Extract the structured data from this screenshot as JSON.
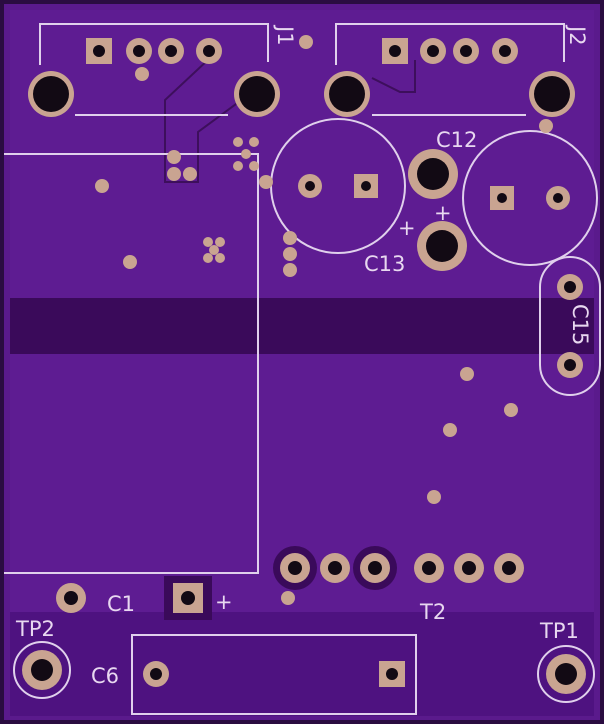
{
  "board": {
    "colors": {
      "background": "#5a1a8c",
      "copper_pour": "#5e1c92",
      "mask_band": "#3a0a5a",
      "silkscreen": "#e0d0ec",
      "pad": "#c9a491",
      "drill": "#120a14",
      "outline": "#2a0c40"
    }
  },
  "labels": {
    "j1": "J1",
    "j2": "J2",
    "c12": "C12",
    "c13": "C13",
    "c15": "C15",
    "c1": "C1",
    "c6": "C6",
    "t2": "T2",
    "tp1": "TP1",
    "tp2": "TP2",
    "plus_c12": "+",
    "plus_c13": "+",
    "plus_c1": "+"
  }
}
